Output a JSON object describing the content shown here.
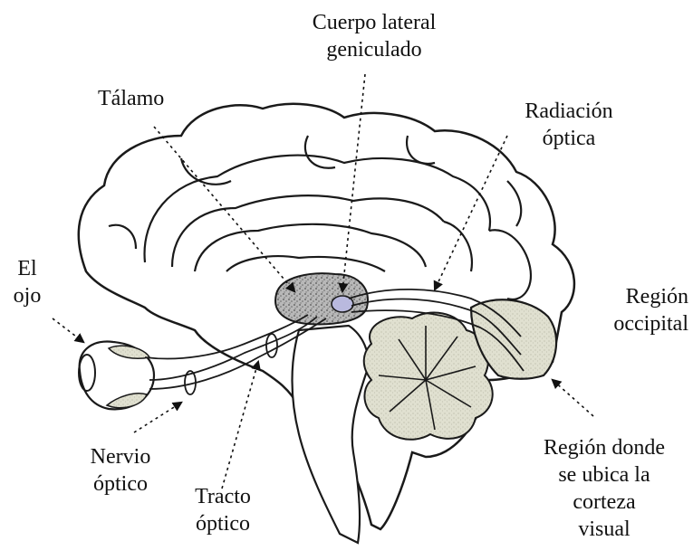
{
  "labels": {
    "cuerpo_lateral": [
      "Cuerpo lateral",
      "geniculado"
    ],
    "talamo": [
      "Tálamo"
    ],
    "radiacion": [
      "Radiación",
      "óptica"
    ],
    "el_ojo": [
      "El",
      "ojo"
    ],
    "region_occipital": [
      "Región",
      "occipital"
    ],
    "nervio": [
      "Nervio",
      "óptico"
    ],
    "tracto": [
      "Tracto",
      "óptico"
    ],
    "corteza": [
      "Región donde",
      "se ubica la",
      "corteza",
      "visual"
    ]
  },
  "colors": {
    "outline": "#1a1a1a",
    "thalamus_fill": "#9a9a9a",
    "cerebellum_fill": "#dcdccb",
    "occipital_fill": "#dcdccb",
    "eye_fill": "#dcdccb",
    "lgn_fill": "#b9b9de"
  }
}
